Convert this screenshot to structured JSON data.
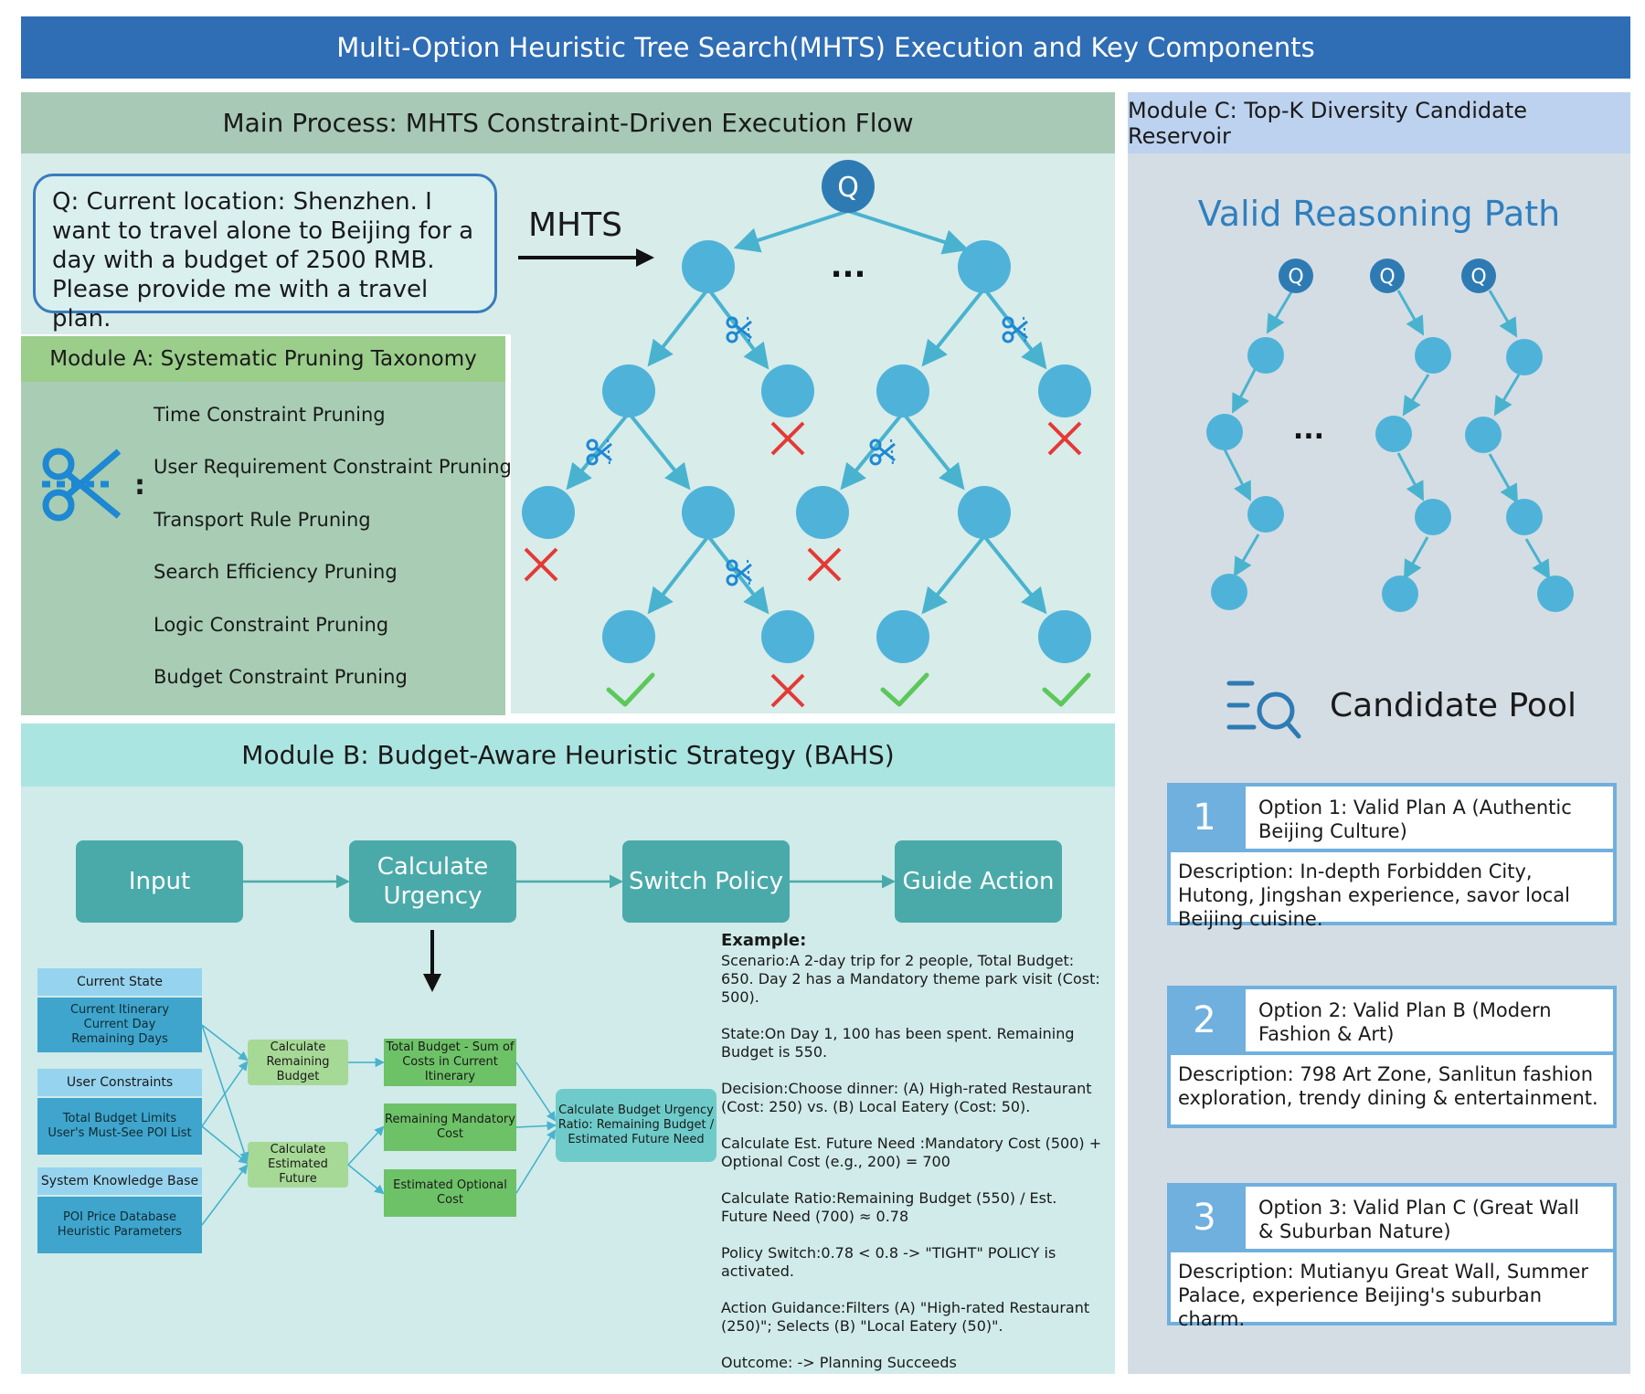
{
  "title": "Multi-Option Heuristic Tree Search(MHTS) Execution and Key Components",
  "main": {
    "header": "Main Process: MHTS Constraint-Driven Execution Flow",
    "query_lines": [
      "Q:  Current location: Shenzhen. I",
      "want to travel alone to Beijing for a",
      "day with a budget of 2500 RMB.",
      "Please provide me with a travel plan."
    ],
    "arrow_label": "MHTS",
    "root_label": "Q",
    "ellipsis": "..."
  },
  "module_a": {
    "header": "Module A: Systematic Pruning Taxonomy",
    "colon": ":",
    "items": [
      "Time Constraint Pruning",
      "User Requirement Constraint Pruning",
      "Transport Rule Pruning",
      "Search Efficiency Pruning",
      "Logic Constraint Pruning",
      "Budget Constraint Pruning"
    ]
  },
  "module_b": {
    "header": "Module B: Budget-Aware Heuristic Strategy (BAHS)",
    "flow": [
      "Input",
      "Calculate Urgency",
      "Switch Policy",
      "Guide Action"
    ],
    "current_state": {
      "title": "Current State",
      "lines": [
        "Current Itinerary",
        "Current Day",
        "Remaining Days"
      ]
    },
    "user_constraints": {
      "title": "User Constraints",
      "lines": [
        "Total Budget Limits",
        "User's Must-See POI List"
      ]
    },
    "knowledge_base": {
      "title": "System Knowledge Base",
      "lines": [
        "POI Price Database",
        "Heuristic Parameters"
      ]
    },
    "calc_remaining": "Calculate Remaining Budget",
    "calc_future": "Calculate Estimated Future",
    "total_budget": "Total Budget  - Sum of Costs in Current Itinerary",
    "remaining_mandatory": "Remaining Mandatory Cost",
    "estimated_optional": "Estimated Optional Cost",
    "ratio": "Calculate Budget Urgency Ratio: Remaining Budget / Estimated Future Need",
    "example": {
      "title": "Example:",
      "paragraphs": [
        "Scenario:A 2-day trip for 2 people, Total Budget: 650. Day 2 has a Mandatory theme park visit (Cost: 500).",
        "State:On Day 1, 100 has been spent. Remaining Budget is 550.",
        "Decision:Choose dinner: (A) High-rated Restaurant (Cost: 250) vs. (B) Local Eatery (Cost: 50).",
        "Calculate Est. Future Need :Mandatory Cost (500) + Optional Cost (e.g., 200) = 700",
        "Calculate Ratio:Remaining Budget (550) / Est. Future Need (700) ≈ 0.78",
        "Policy Switch:0.78 < 0.8  ->  \"TIGHT\" POLICY is activated.",
        "Action Guidance:Filters (A) \"High-rated Restaurant (250)\"; Selects (B) \"Local Eatery (50)\".",
        "Outcome:  -> Planning Succeeds"
      ]
    }
  },
  "module_c": {
    "header": "Module C: Top-K Diversity Candidate Reservoir",
    "path_title": "Valid Reasoning Path",
    "q": "Q",
    "ellipsis": "...",
    "pool_title": "Candidate Pool",
    "options": [
      {
        "num": "1",
        "title": "Option 1: Valid Plan A (Authentic Beijing Culture)",
        "desc": "Description: In-depth Forbidden City, Hutong, Jingshan experience, savor local Beijing cuisine."
      },
      {
        "num": "2",
        "title": "Option 2: Valid Plan B (Modern Fashion & Art)",
        "desc": "Description: 798 Art Zone, Sanlitun fashion exploration, trendy dining & entertainment."
      },
      {
        "num": "3",
        "title": "Option 3: Valid Plan C (Great Wall & Suburban Nature)",
        "desc": "Description: Mutianyu Great Wall, Summer Palace, experience Beijing's suburban charm."
      }
    ]
  },
  "colors": {
    "banner": "#2f6db5",
    "node": "#4fb3d9",
    "cross": "#e53935",
    "check": "#5cc85a"
  }
}
